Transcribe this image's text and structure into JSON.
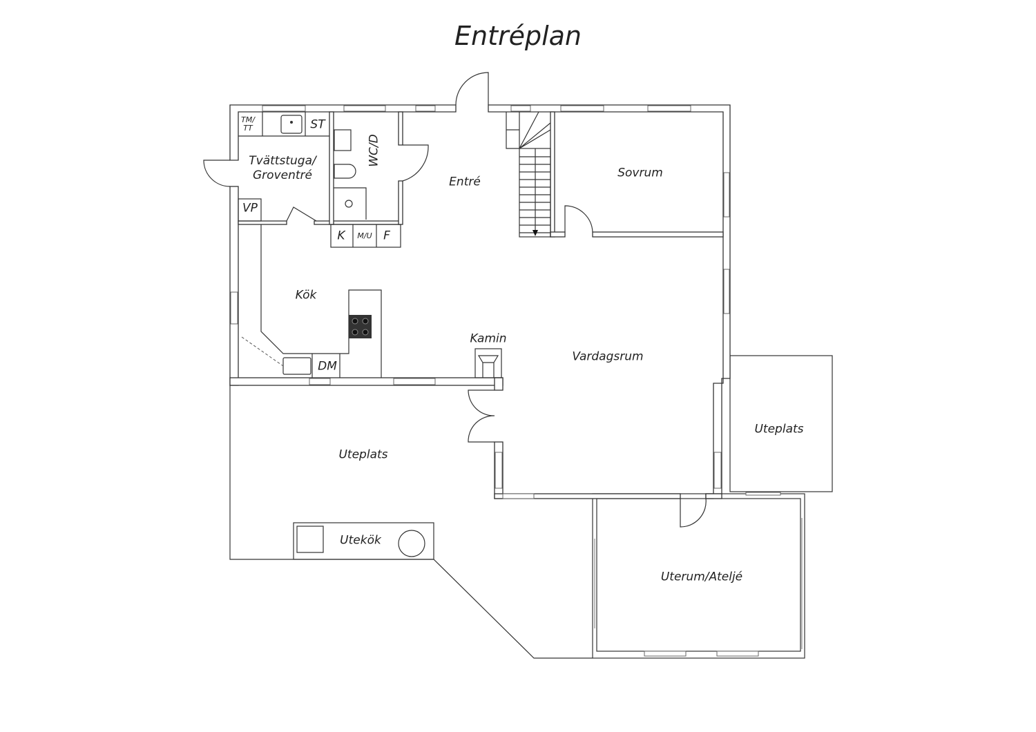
{
  "title": "Entréplan",
  "rooms": {
    "tvattstuga": "Tvättstuga/",
    "tvattstuga2": "Groventré",
    "tm_tt": "TM/",
    "tm_tt2": "TT",
    "st": "ST",
    "vp": "VP",
    "wc": "WC/D",
    "k": "K",
    "mu": "M/U",
    "f": "F",
    "entre": "Entré",
    "sovrum": "Sovrum",
    "kok": "Kök",
    "kamin": "Kamin",
    "dm": "DM",
    "vardagsrum": "Vardagsrum",
    "uteplats_right": "Uteplats",
    "uteplats_left": "Uteplats",
    "utekok": "Utekök",
    "uterum": "Uterum/Ateljé"
  }
}
